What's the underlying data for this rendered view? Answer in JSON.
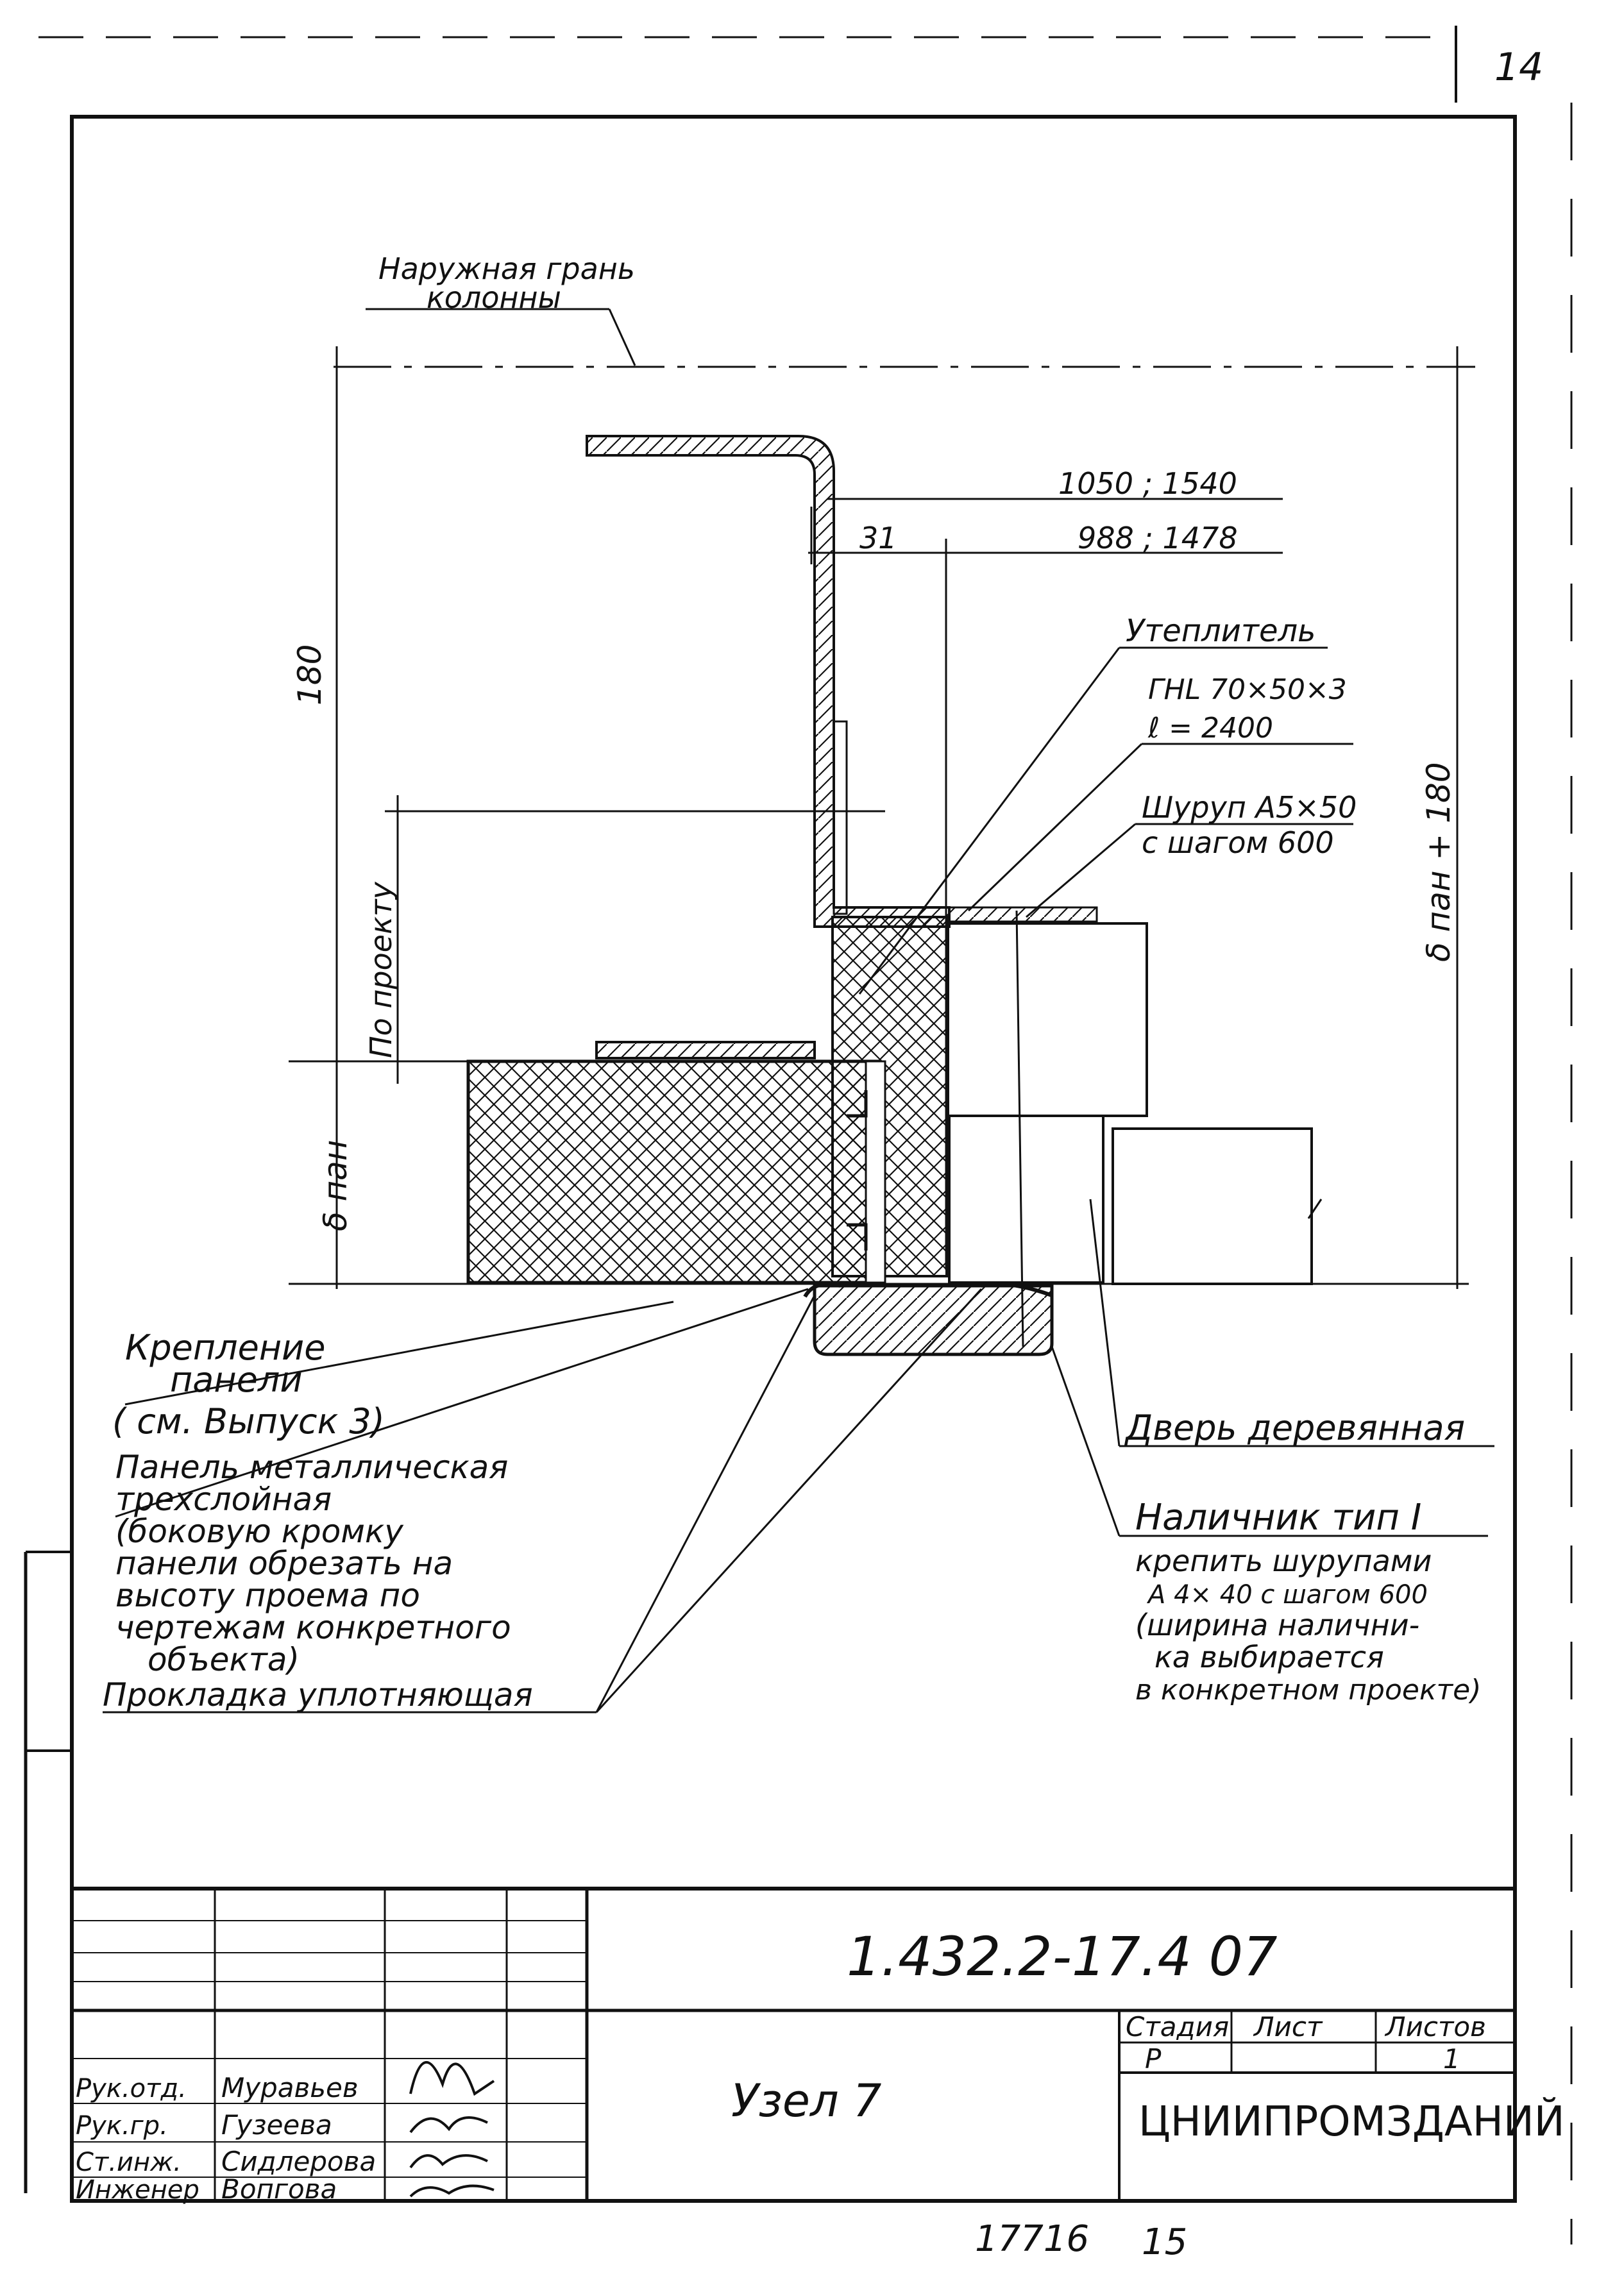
{
  "sheet": {
    "page_mark": "14",
    "drawing_code": "1.432.2-17.4 07",
    "node_title": "Узел 7",
    "organization": "ЦНИИПРОМЗДАНИЙ",
    "archive_number": "17716",
    "copy_number": "15"
  },
  "stage_table": {
    "headers": [
      "Стадия",
      "Лист",
      "Листов"
    ],
    "values": [
      "Р",
      "",
      "1"
    ]
  },
  "signatures": [
    {
      "role": "Рук.отд.",
      "name": "Муравьев"
    },
    {
      "role": "Рук.гр.",
      "name": "Гузеева"
    },
    {
      "role": "Ст.инж.",
      "name": "Сидлерова"
    },
    {
      "role": "Инженер",
      "name": "Вопгова"
    }
  ],
  "dimensions": {
    "top_width": "1050 ; 1540",
    "width_31": "31",
    "inner_width": "988 ; 1478",
    "height_180": "180",
    "by_project": "По проекту",
    "panel_thickness": "δ пан",
    "right_total": "δ пан + 180"
  },
  "labels": {
    "column_face": [
      "Наружная грань",
      "колонны"
    ],
    "insulation": "Утеплитель",
    "angle": [
      "ГНL 70×50×3",
      "ℓ = 2400"
    ],
    "screw": [
      "Шуруп А5×50",
      "с шагом 600"
    ],
    "panel_fixing": [
      "Крепление",
      "панели",
      "( см. Выпуск 3)"
    ],
    "panel_metal": [
      "Панель металлическая",
      "трехслойная",
      "(боковую кромку",
      "панели обрезать на",
      "высоту проема по",
      "чертежам конкретного",
      "объекта)"
    ],
    "gasket": "Прокладка уплотняющая",
    "door": "Дверь деревянная",
    "trim": [
      "Наличник тип I",
      "крепить шурупами",
      "А 4× 40 с шагом 600",
      "(ширина налични-",
      "ка выбирается",
      "в конкретном проекте)"
    ]
  }
}
